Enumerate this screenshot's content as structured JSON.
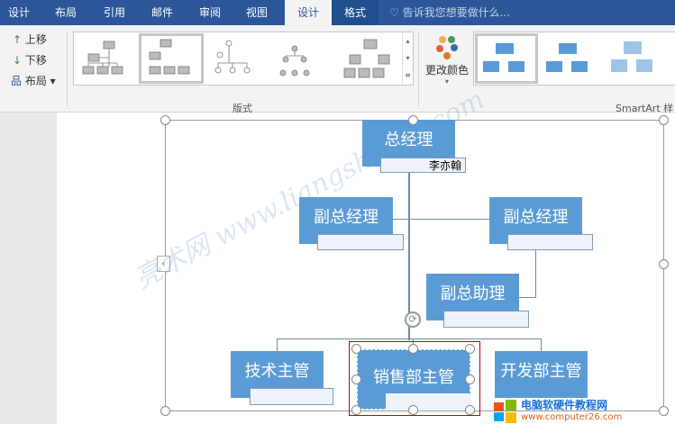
{
  "tabs": [
    "设计",
    "布局",
    "引用",
    "邮件",
    "审阅",
    "视图",
    "设计",
    "格式"
  ],
  "active_tab": "设计",
  "tell_me": "告诉我您想要做什么...",
  "ribbon": {
    "move_up": "上移",
    "move_down": "下移",
    "layout": "布局",
    "layouts_label": "版式",
    "change_colors": "更改颜色",
    "styles_label": "SmartArt 样"
  },
  "chart": {
    "top": {
      "title": "总经理",
      "name": "李亦翰"
    },
    "vp_left": {
      "title": "副总经理",
      "name": ""
    },
    "vp_right": {
      "title": "副总经理",
      "name": ""
    },
    "assistant": {
      "title": "副总助理",
      "name": ""
    },
    "tech": {
      "title": "技术主管",
      "name": ""
    },
    "sales": {
      "title": "销售部主管",
      "name": ""
    },
    "dev": {
      "title": "开发部主管",
      "name": ""
    }
  },
  "watermark": "亮术网 www.liangshunet.com",
  "logo": {
    "title": "电脑软硬件教程网",
    "url": "www.computer26.com"
  },
  "colors": {
    "ribbon": "#2b579a",
    "node": "#5b9bd5",
    "selection": "#c00000"
  }
}
